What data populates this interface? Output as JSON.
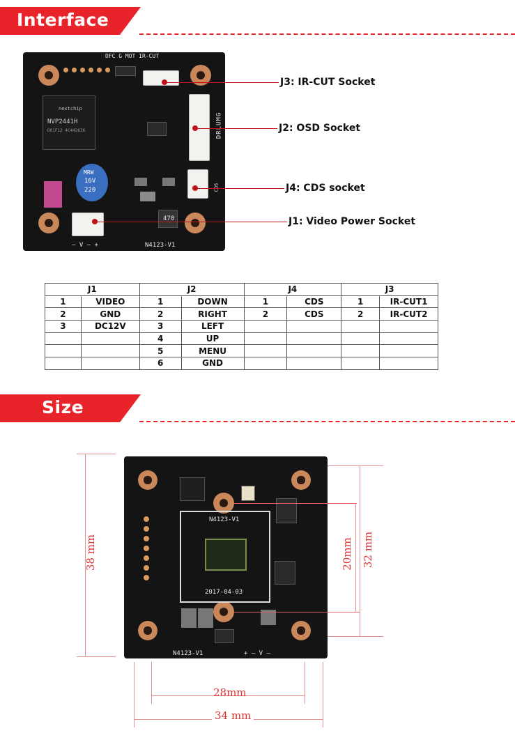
{
  "sections": {
    "interface": "Interface",
    "size": "Size"
  },
  "board_top": {
    "silk_top": "DFC G MOT  IR-CUT",
    "silk_bottom_left": "– V – +",
    "silk_bottom_right": "N4123-V1",
    "silk_side": "DRLUMG",
    "silk_cds": "CDS",
    "chip_brand": "nextchip",
    "chip_model": "NVP2441H",
    "chip_code": "D01F12 4C442636",
    "cap_brand": "MRW",
    "cap_voltage": "16V",
    "cap_value": "220",
    "inductor": "470"
  },
  "callouts": [
    {
      "label": "J3: IR-CUT Socket"
    },
    {
      "label": "J2: OSD Socket"
    },
    {
      "label": "J4: CDS socket"
    },
    {
      "label": "J1: Video Power Socket"
    }
  ],
  "pin_table": {
    "headers": [
      "J1",
      "J2",
      "J4",
      "J3"
    ],
    "rows": [
      [
        "1",
        "VIDEO",
        "1",
        "DOWN",
        "1",
        "CDS",
        "1",
        "IR-CUT1"
      ],
      [
        "2",
        "GND",
        "2",
        "RIGHT",
        "2",
        "CDS",
        "2",
        "IR-CUT2"
      ],
      [
        "3",
        "DC12V",
        "3",
        "LEFT",
        "",
        "",
        "",
        ""
      ],
      [
        "",
        "",
        "4",
        "UP",
        "",
        "",
        "",
        ""
      ],
      [
        "",
        "",
        "5",
        "MENU",
        "",
        "",
        "",
        ""
      ],
      [
        "",
        "",
        "6",
        "GND",
        "",
        "",
        "",
        ""
      ]
    ]
  },
  "board_bottom": {
    "sensor_label": "N4123-V1",
    "date": "2017-04-03",
    "silk_bottom_left": "N4123-V1",
    "silk_bottom_right": "+ – V –"
  },
  "dimensions": {
    "outer_height": "38 mm",
    "outer_width": "34 mm",
    "hole_width": "28mm",
    "hole_height_outer": "32 mm",
    "hole_height_inner": "20mm"
  },
  "colors": {
    "accent": "#e8232a",
    "pcb": "#141414",
    "copper": "#c9875a",
    "dimension": "#d33333"
  }
}
